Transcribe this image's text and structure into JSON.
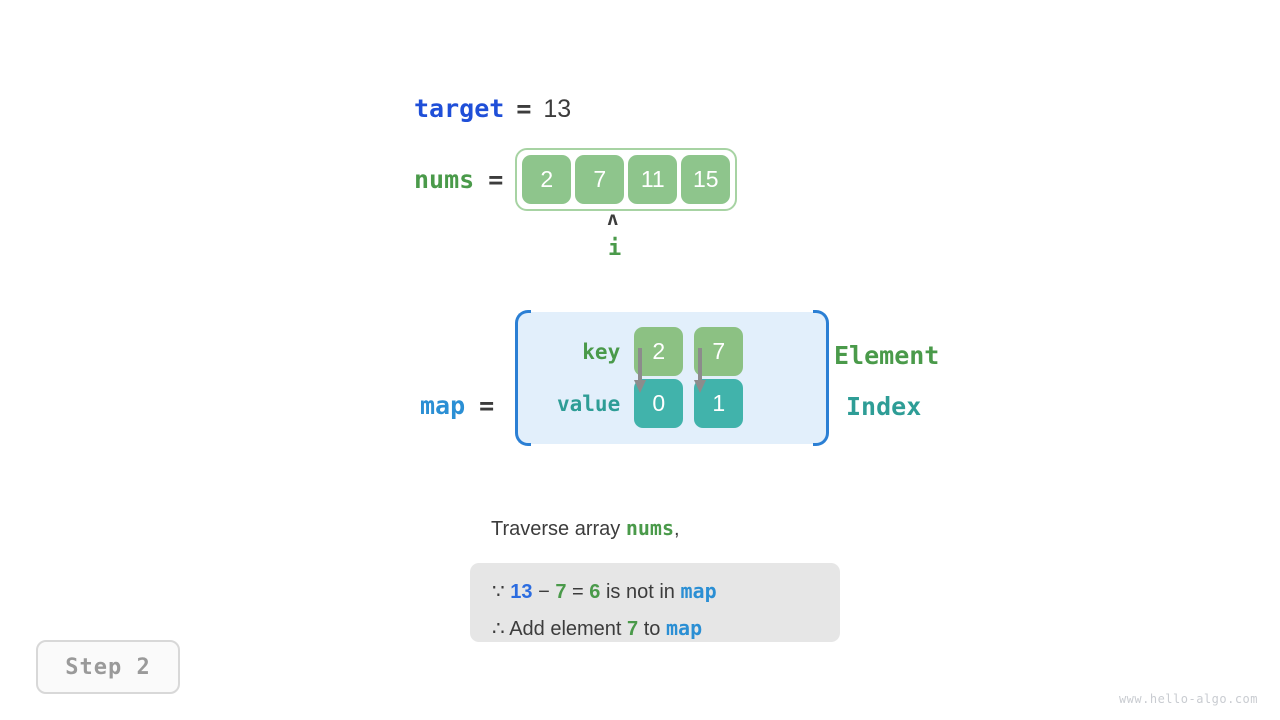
{
  "target": {
    "label": "target",
    "equals": "=",
    "value": "13"
  },
  "nums": {
    "label": "nums",
    "equals": "=",
    "cells": [
      "2",
      "7",
      "11",
      "15"
    ],
    "pointer": {
      "caret": "ʌ",
      "label": "i",
      "index": 1
    }
  },
  "map": {
    "label": "map",
    "equals": "=",
    "key_row_label": "key",
    "value_row_label": "value",
    "keys": [
      "2",
      "7"
    ],
    "values": [
      "0",
      "1"
    ],
    "legend_element": "Element",
    "legend_index": "Index"
  },
  "caption": {
    "prefix": "Traverse array ",
    "keyword": "nums",
    "suffix": ","
  },
  "explanation": {
    "line1": {
      "because_symbol": "∵",
      "a": "13",
      "minus": "−",
      "b": "7",
      "eq": "=",
      "result": "6",
      "text": "is not in",
      "map": "map"
    },
    "line2": {
      "therefore_symbol": "∴",
      "text_before": "Add element",
      "element": "7",
      "text_middle": "to",
      "map": "map"
    }
  },
  "step_badge": "Step 2",
  "watermark": "www.hello-algo.com",
  "colors": {
    "blue_var": "#1f4fd8",
    "map_blue": "#2b8fd4",
    "green_var": "#4a9a4a",
    "teal": "#2e9d96",
    "cell_green": "#8ec58c",
    "cell_key_green": "#8cc183",
    "cell_value_teal": "#41b3ab",
    "map_bg": "#e2effb",
    "explain_bg": "#e6e6e6"
  }
}
